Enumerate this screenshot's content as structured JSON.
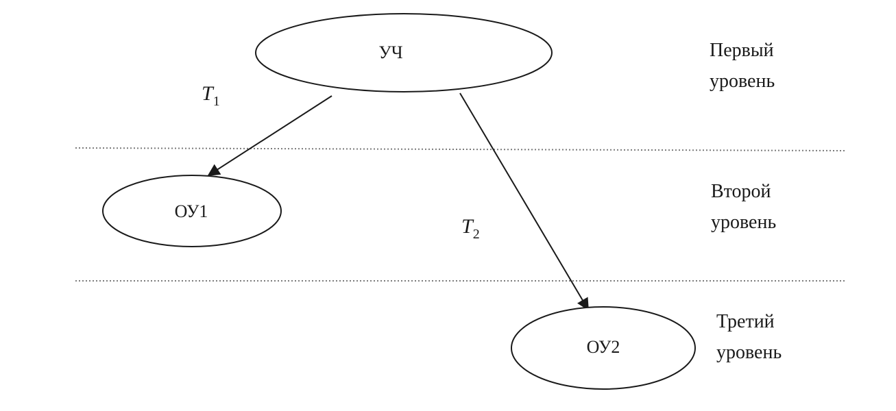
{
  "nodes": {
    "uch": {
      "label": "УЧ"
    },
    "ou1": {
      "label": "ОУ1"
    },
    "ou2": {
      "label": "ОУ2"
    }
  },
  "levels": [
    {
      "line1": "Первый",
      "line2": "уровень"
    },
    {
      "line1": "Второй",
      "line2": "уровень"
    },
    {
      "line1": "Третий",
      "line2": "уровень"
    }
  ],
  "edges": [
    {
      "from": "uch",
      "to": "ou1",
      "symbol": "T",
      "subscript": "1"
    },
    {
      "from": "uch",
      "to": "ou2",
      "symbol": "T",
      "subscript": "2"
    }
  ]
}
